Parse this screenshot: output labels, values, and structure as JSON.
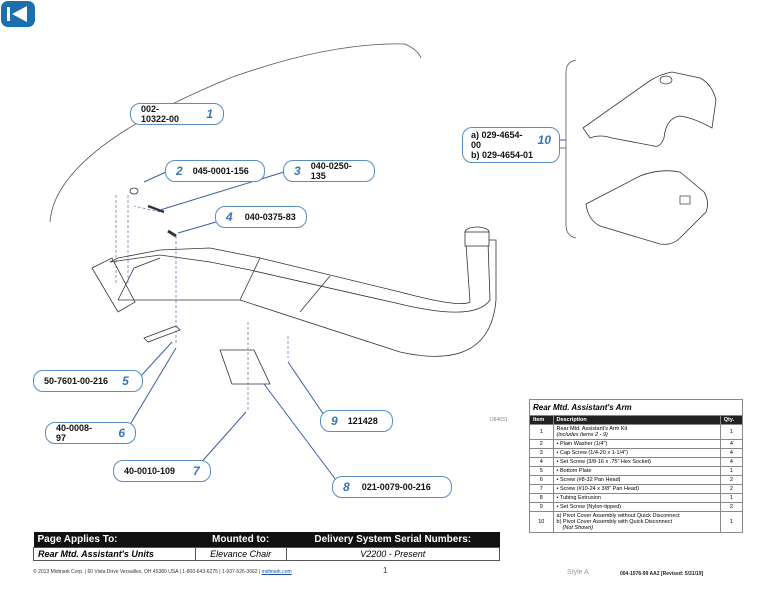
{
  "icons": {
    "back": "back-arrow-icon"
  },
  "colors": {
    "accent": "#3a76b5",
    "nav": "#1b6fae",
    "callout_border": "#5a8dc0"
  },
  "callouts": [
    {
      "part": "002-10322-00",
      "num": "1"
    },
    {
      "part": "045-0001-156",
      "num": "2"
    },
    {
      "part": "040-0250-135",
      "num": "3"
    },
    {
      "part": "040-0375-83",
      "num": "4"
    },
    {
      "part": "50-7601-00-216",
      "num": "5"
    },
    {
      "part": "40-0008-97",
      "num": "6"
    },
    {
      "part": "40-0010-109",
      "num": "7"
    },
    {
      "part": "021-0079-00-216",
      "num": "8"
    },
    {
      "part": "121428",
      "num": "9"
    },
    {
      "part_a": "a) 029-4654-00",
      "part_b": "b) 029-4654-01",
      "num": "10"
    }
  ],
  "art_number": "D84831",
  "bom": {
    "title": "Rear Mtd. Assistant's Arm",
    "headers": [
      "Item",
      "Description",
      "Qty."
    ],
    "rows": [
      {
        "item": "1",
        "desc": "Rear Mtd. Assistant's Arm Kit",
        "desc2": "(includes Items 2 - 9)",
        "qty": "1"
      },
      {
        "item": "2",
        "desc": "• Plain Washer (1/4\")",
        "desc2": "",
        "qty": "4"
      },
      {
        "item": "3",
        "desc": "• Cap Screw (1/4-20 x 1-1/4\")",
        "desc2": "",
        "qty": "4"
      },
      {
        "item": "4",
        "desc": "• Set Screw (3/8-16 x .75\" Hex Socket)",
        "desc2": "",
        "qty": "4"
      },
      {
        "item": "5",
        "desc": "• Bottom Plate",
        "desc2": "",
        "qty": "1"
      },
      {
        "item": "6",
        "desc": "• Screw (#8-32 Pan Head)",
        "desc2": "",
        "qty": "2"
      },
      {
        "item": "7",
        "desc": "• Screw (#10-24 x 3/8\" Pan Head)",
        "desc2": "",
        "qty": "2"
      },
      {
        "item": "8",
        "desc": "• Tubing Extrusion",
        "desc2": "",
        "qty": "1"
      },
      {
        "item": "9",
        "desc": "• Set Screw (Nylon-tipped)",
        "desc2": "",
        "qty": "2"
      },
      {
        "item": "10",
        "desc": "a) Pivot Cover Assembly without Quick Disconnect",
        "desc2": "b) Pivot Cover Assembly with Quick Disconnect",
        "desc3": "(Not Shown)",
        "qty": "1"
      }
    ]
  },
  "applies": {
    "headers": [
      "Page Applies To:",
      "Mounted to:",
      "Delivery System Serial Numbers:"
    ],
    "row": [
      "Rear Mtd. Assistant's Units",
      "Elevance Chair",
      "V2200 - Present"
    ]
  },
  "footer": {
    "text": "© 2013 Midmark Corp. | 60 Vista Drive Versailles, OH 45380 USA | 1-800-643-6275 | 1-937-526-3662 | ",
    "link": "midmark.com",
    "page": "1",
    "style": "Style A",
    "doc": "004-1076-99 AA2 [Revised: 5/31/19]"
  }
}
